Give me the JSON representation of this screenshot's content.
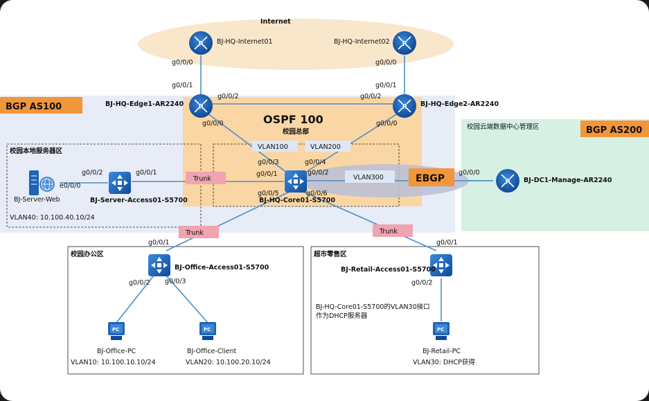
{
  "regions": {
    "internet": "Internet",
    "bgp_as100": "BGP AS100",
    "bgp_as200": "BGP AS200",
    "ospf": "OSPF 100",
    "hq": "校园总部",
    "server_zone": "校园本地服务器区",
    "cloud_zone": "校园云端数据中心管理区",
    "office_zone": "校园办公区",
    "retail_zone": "超市零售区",
    "ebgp": "EBGP"
  },
  "devices": {
    "internet01": "BJ-HQ-Internet01",
    "internet02": "BJ-HQ-Internet02",
    "edge1": "BJ-HQ-Edge1-AR2240",
    "edge2": "BJ-HQ-Edge2-AR2240",
    "core": "BJ-HQ-Core01-S5700",
    "server_access": "BJ-Server-Access01-S5700",
    "server_web": "BJ-Server-Web",
    "dc1": "BJ-DC1-Manage-AR2240",
    "office_access": "BJ-Office-Access01-S5700",
    "office_pc": "BJ-Office-PC",
    "office_client": "BJ-Office-Client",
    "retail_access": "BJ-Retail-Access01-S5700",
    "retail_pc": "BJ-Retail-PC"
  },
  "ports": {
    "i1_g000": "g0/0/0",
    "i2_g000": "g0/0/0",
    "e1_g001": "g0/0/1",
    "e1_g002": "g0/0/2",
    "e1_g000": "g0/0/0",
    "e2_g001": "g0/0/1",
    "e2_g002": "g0/0/2",
    "e2_g000": "g0/0/0",
    "c_g003": "g0/0/3",
    "c_g004": "g0/0/4",
    "c_g001": "g0/0/1",
    "c_g002": "g0/0/2",
    "c_g005": "g0/0/5",
    "c_g006": "g0/0/6",
    "sa_g002": "g0/0/2",
    "sa_g001": "g0/0/1",
    "web_e000": "e0/0/0",
    "dc_g000": "g0/0/0",
    "oa_g001": "g0/0/1",
    "oa_g002": "g0/0/2",
    "oa_g003": "g0/0/3",
    "ra_g001": "g0/0/1",
    "ra_g002": "g0/0/2"
  },
  "links": {
    "vlan100": "VLAN100",
    "vlan200": "VLAN200",
    "vlan300": "VLAN300",
    "trunk1": "Trunk",
    "trunk2": "Trunk",
    "trunk3": "Trunk"
  },
  "vlans": {
    "server": "VLAN40:  10.100.40.10/24",
    "office_pc": "VLAN10:  10.100.10.10/24",
    "office_client": "VLAN20:  10.100.20.10/24",
    "retail_pc": "VLAN30:  DHCP获得"
  },
  "notes": {
    "dhcp_line1": "BJ-HQ-Core01-S5700的VLAN30接口",
    "dhcp_line2": "作为DHCP服务器"
  },
  "icons": {
    "router": "router-icon",
    "switch": "switch-icon",
    "server": "server-icon",
    "pc": "pc-icon",
    "pc_text": "PC"
  },
  "colors": {
    "as100_fill": "#e7ecf6",
    "as200_fill": "#d6f1e4",
    "ospf_fill": "#f9d6a3",
    "internet_fill": "#f9e7cc",
    "badge_orange": "#f2963a",
    "trunk_pink": "#f0a3b0",
    "vlan_box": "#dde7f5",
    "ebgp_ellipse": "#b8bfd6",
    "link_blue": "#4a8fc9",
    "device_blue": "#1f63b5"
  }
}
